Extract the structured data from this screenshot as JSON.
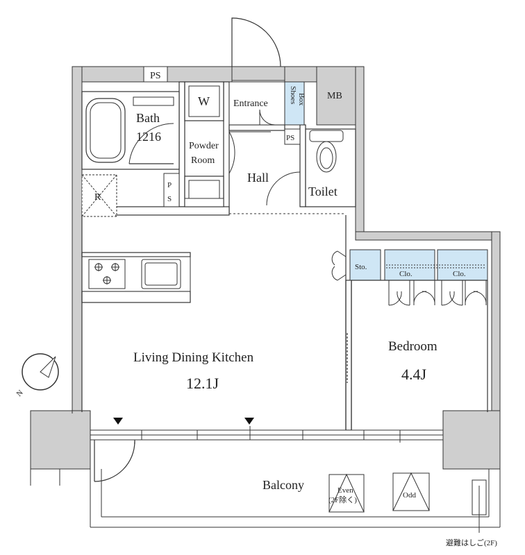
{
  "floorplan": {
    "rooms": {
      "ldk_name": "Living Dining Kitchen",
      "ldk_size": "12.1J",
      "bedroom_name": "Bedroom",
      "bedroom_size": "4.4J",
      "bath_name": "Bath",
      "bath_size": "1216",
      "powder_line1": "Powder",
      "powder_line2": "Room",
      "entrance": "Entrance",
      "hall": "Hall",
      "toilet": "Toilet",
      "balcony": "Balcony"
    },
    "fixtures": {
      "ps": "PS",
      "mb": "MB",
      "washer": "W",
      "fridge": "R",
      "shoes_line1": "Shoes",
      "shoes_line2": "Box",
      "storage": "Sto.",
      "closet": "Clo."
    },
    "balcony_items": {
      "even_line1": "Even",
      "even_line2": "(2F除く)",
      "odd": "Odd",
      "ladder_note": "避難はしご(2F)"
    },
    "compass_label": "N",
    "colors": {
      "wall": "#cfcfcf",
      "wall_line": "#333333",
      "storage_blue": "#cfe6f5",
      "outside_gray": "#d9d9d9"
    }
  }
}
